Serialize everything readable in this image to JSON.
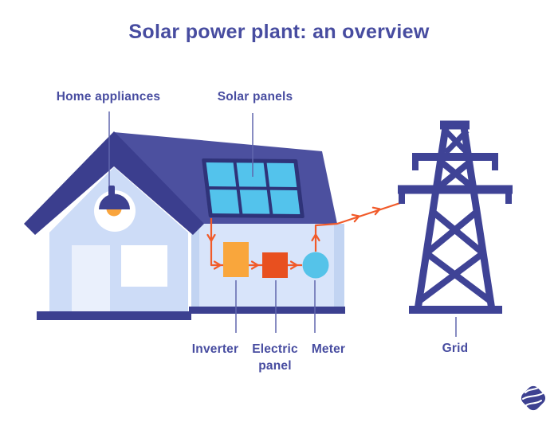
{
  "title": "Solar power plant: an overview",
  "labels": {
    "home_appliances": "Home appliances",
    "solar_panels": "Solar panels",
    "inverter": "Inverter",
    "electric_panel": "Electric panel",
    "meter": "Meter",
    "grid": "Grid"
  },
  "flow": [
    "Solar panels",
    "Inverter",
    "Electric panel",
    "Meter",
    "Grid"
  ],
  "icons": [
    "house-icon",
    "lamp-icon",
    "solar-panel-icon",
    "transmission-tower-icon",
    "arrow-chevron-icon",
    "company-logo-icon"
  ],
  "colors": {
    "text_indigo": "#474ca0",
    "roof_navy": "#3b3e8e",
    "roof_plane": "#4c509f",
    "panel_frame": "#2f3379",
    "cell_cyan": "#53c3ec",
    "wall_light": "#cddcf7",
    "wing_wall": "#d8e4fa",
    "wing_shadow": "#c2d4f2",
    "door_light": "#eaf0fc",
    "window_white": "#ffffff",
    "base_navy": "#3c4090",
    "tower_navy": "#3f4396",
    "flow_orange": "#f15a29",
    "inverter_yellow": "#f9a63c",
    "epanel_red": "#e8501f",
    "meter_cyan": "#55c3e9",
    "lamp_navy": "#3d4191",
    "bulb_orange": "#f9a43c",
    "leader_slate": "#6066ad"
  }
}
